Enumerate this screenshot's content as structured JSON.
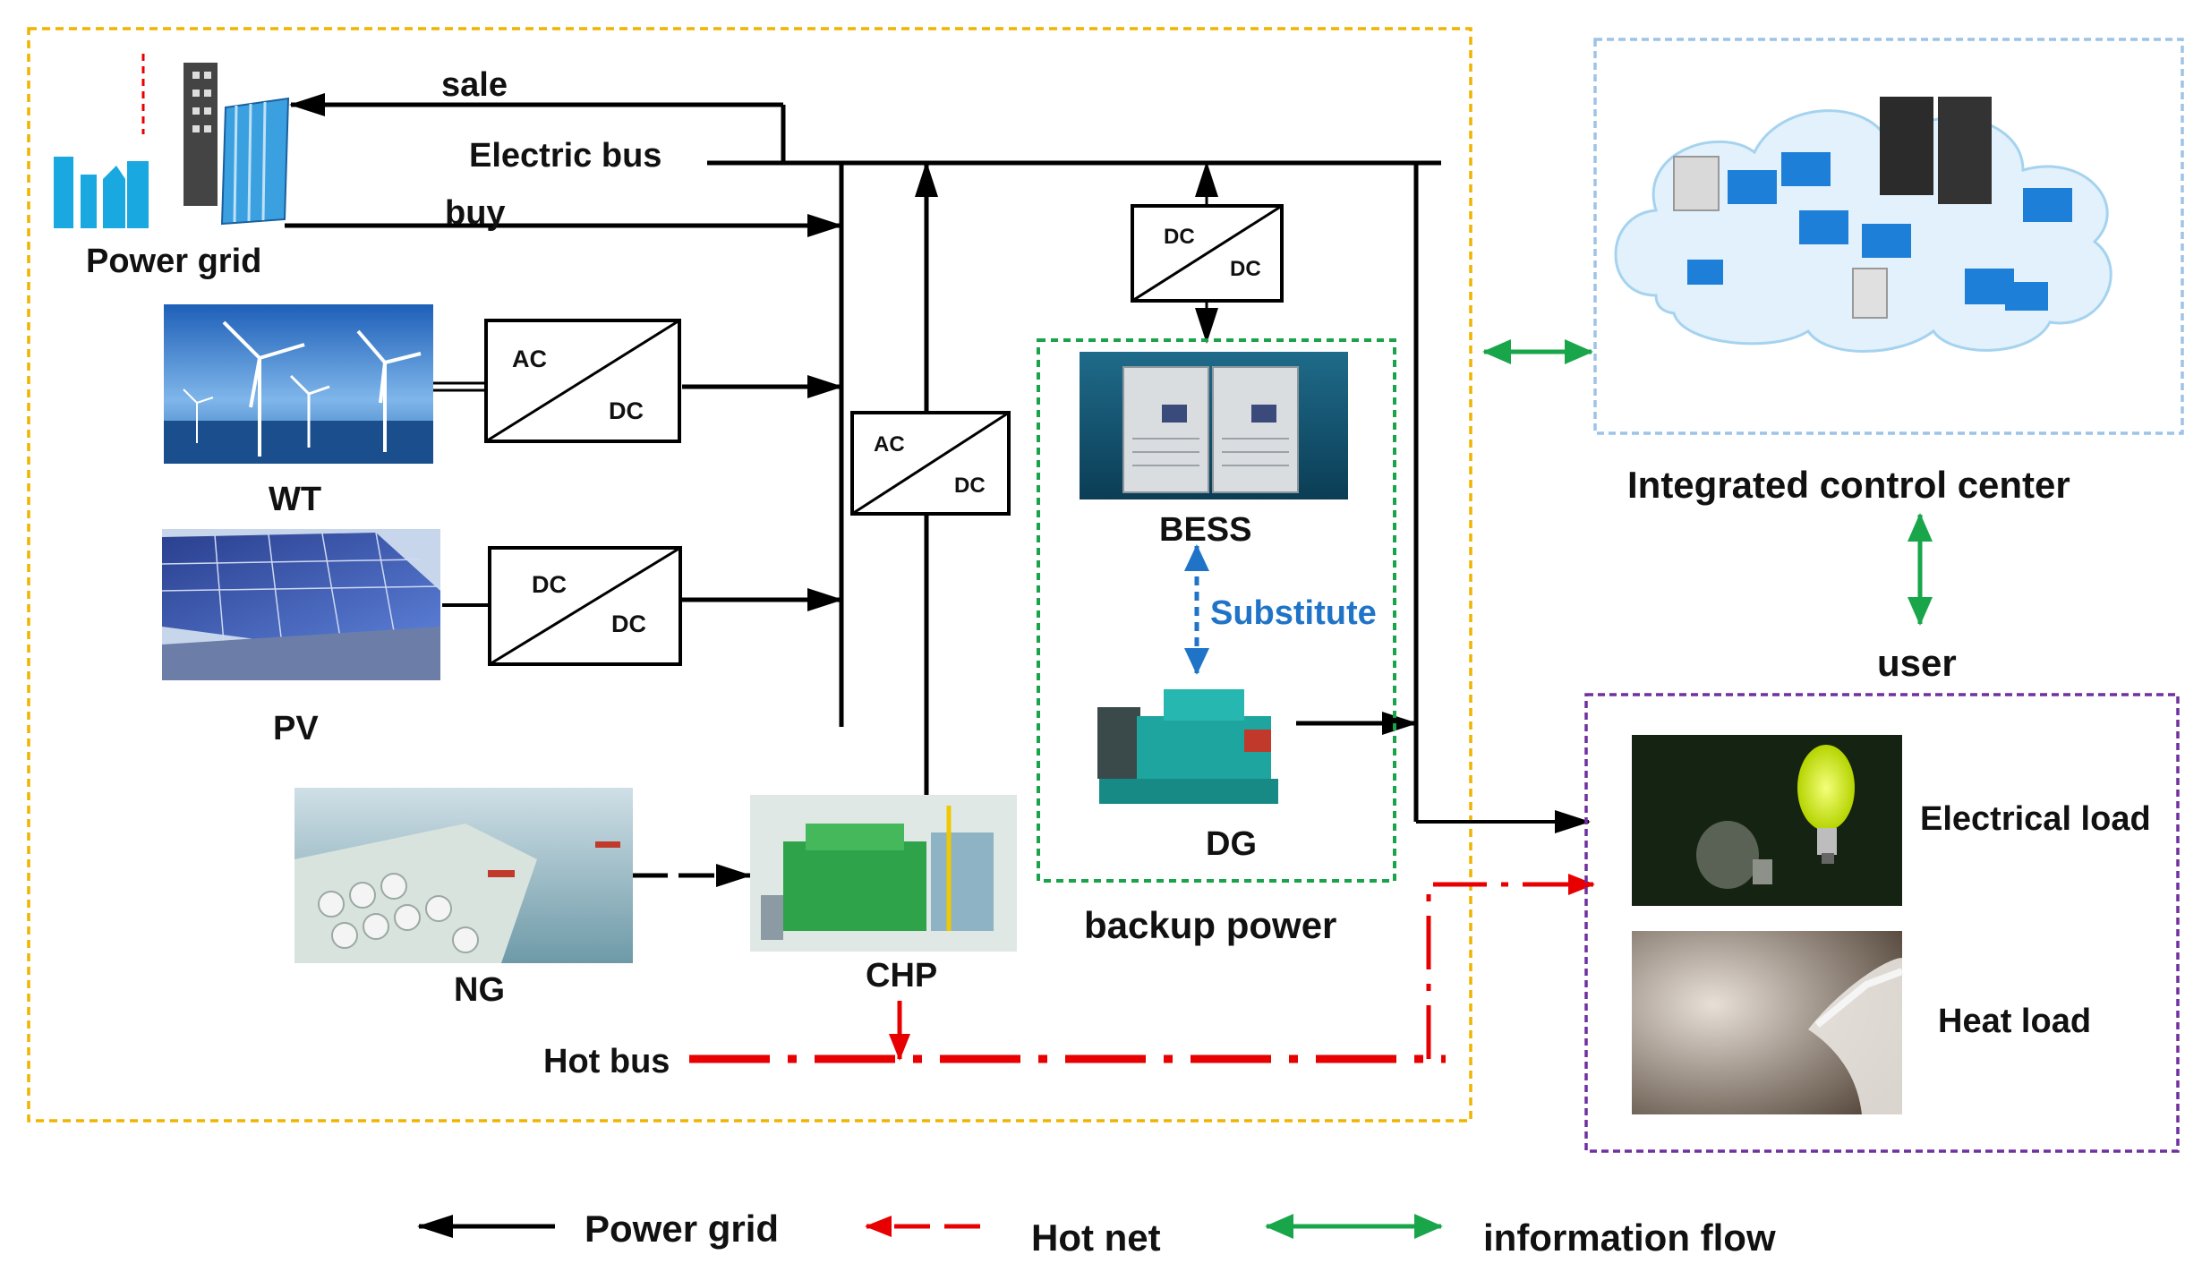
{
  "labels": {
    "sale": "sale",
    "electric_bus": "Electric bus",
    "buy": "buy",
    "power_grid": "Power grid",
    "wt": "WT",
    "pv": "PV",
    "ng": "NG",
    "chp": "CHP",
    "bess": "BESS",
    "dg": "DG",
    "substitute": "Substitute",
    "backup_power": "backup power",
    "hot_bus": "Hot bus",
    "integrated_control_center": "Integrated control center",
    "user": "user",
    "electrical_load": "Electrical load",
    "heat_load": "Heat load"
  },
  "converters": {
    "wt": {
      "top": "AC",
      "bottom": "DC"
    },
    "pv": {
      "top": "DC",
      "bottom": "DC"
    },
    "chp": {
      "top": "AC",
      "bottom": "DC"
    },
    "bess": {
      "top": "DC",
      "bottom": "DC"
    }
  },
  "legend": {
    "power_grid": "Power grid",
    "hot_net": "Hot net",
    "information_flow": "information flow"
  },
  "colors": {
    "system_border": "#f0b400",
    "backup_border": "#1aa34a",
    "user_border": "#7030a0",
    "control_border": "#9dc3e6",
    "hot_net": "#e80000",
    "info_flow": "#19a64a",
    "substitute": "#1f74c8"
  }
}
